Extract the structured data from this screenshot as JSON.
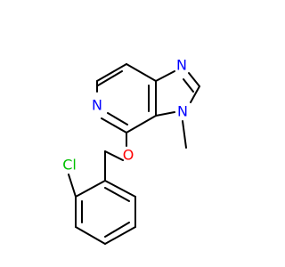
{
  "molecule": {
    "atoms": {
      "n_top": {
        "symbol": "N",
        "color": "#0000ff"
      },
      "n_left": {
        "symbol": "N",
        "color": "#0000ff"
      },
      "n_methyl": {
        "symbol": "N",
        "color": "#0000ff"
      },
      "o": {
        "symbol": "O",
        "color": "#ff0000"
      },
      "cl": {
        "symbol": "Cl",
        "color": "#00c000"
      }
    },
    "bond_color": "#000000",
    "background": "#ffffff"
  }
}
